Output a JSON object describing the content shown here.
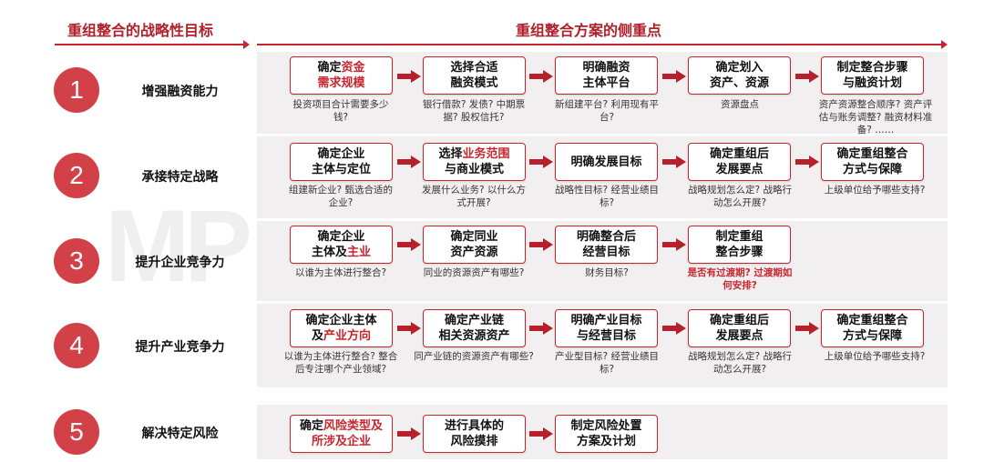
{
  "header": {
    "left_title": "重组整合的战略性目标",
    "right_title": "重组整合方案的侧重点"
  },
  "watermark": {
    "text": "MP"
  },
  "rows": [
    {
      "number": "1",
      "goal": "增强融资能力",
      "steps": [
        {
          "pre": "确定",
          "hl": "资金",
          "line2": "需求规模",
          "line2_hl": true,
          "note": "投资项目合计需要多少钱?"
        },
        {
          "pre": "选择合适",
          "hl": "",
          "line2": "融资模式",
          "note": "银行借款? 发债? 中期票据? 股权信托?"
        },
        {
          "pre": "明确融资",
          "hl": "",
          "line2": "主体平台",
          "note": "新组建平台? 利用现有平台?"
        },
        {
          "pre": "确定划入",
          "hl": "",
          "line2": "资产、资源",
          "note": "资源盘点"
        },
        {
          "pre": "制定整合步骤",
          "hl": "",
          "line2": "与融资计划",
          "note": "资产资源整合顺序? 资产评估与账务调整? 融资材料准备? ……"
        }
      ]
    },
    {
      "number": "2",
      "goal": "承接特定战略",
      "steps": [
        {
          "pre": "确定企业",
          "hl": "",
          "line2": "主体与定位",
          "note": "组建新企业? 甄选合适的企业?"
        },
        {
          "pre": "选择",
          "hl": "业务范围",
          "line2": "与商业模式",
          "note": "发展什么业务? 以什么方式开展?"
        },
        {
          "pre": "明确发展目标",
          "hl": "",
          "line2": "",
          "note": "战略性目标? 经营业绩目标?"
        },
        {
          "pre": "确定重组后",
          "hl": "",
          "line2": "发展要点",
          "note": "战略规划怎么定? 战略行动怎么开展?"
        },
        {
          "pre": "确定重组整合",
          "hl": "",
          "line2": "方式与保障",
          "note": "上级单位给予哪些支持?"
        }
      ]
    },
    {
      "number": "3",
      "goal": "提升企业竞争力",
      "steps": [
        {
          "pre": "确定企业",
          "hl": "",
          "line2": "主体及",
          "line2_tail": "主业",
          "note": "以谁为主体进行整合?"
        },
        {
          "pre": "确定同业",
          "hl": "",
          "line2": "资产资源",
          "note": "同业的资源资产有哪些?"
        },
        {
          "pre": "明确整合后",
          "hl": "",
          "line2": "经营目标",
          "note": "财务目标?"
        },
        {
          "pre": "制定重组",
          "hl": "",
          "line2": "整合步骤",
          "note": "是否有过渡期? 过渡期如何安排?"
        }
      ]
    },
    {
      "number": "4",
      "goal": "提升产业竞争力",
      "steps": [
        {
          "pre": "确定企业主体",
          "hl": "",
          "line2": "及",
          "line2_tail": "产业方向",
          "note": "以谁为主体进行整合? 整合后专注哪个产业领域?"
        },
        {
          "pre": "确定产业链",
          "hl": "",
          "line2": "相关资源资产",
          "note": "同产业链的资源资产有哪些?"
        },
        {
          "pre": "明确产业目标",
          "hl": "",
          "line2": "与经营目标",
          "note": "产业型目标? 经营业绩目标?"
        },
        {
          "pre": "确定重组后",
          "hl": "",
          "line2": "发展要点",
          "note": "战略规划怎么定? 战略行动怎么开展?"
        },
        {
          "pre": "确定重组整合",
          "hl": "",
          "line2": "方式与保障",
          "note": "上级单位给予哪些支持?"
        }
      ]
    },
    {
      "number": "5",
      "goal": "解决特定风险",
      "steps": [
        {
          "pre": "确定",
          "hl": "风险类型及",
          "line2": "所涉及企业",
          "line2_hl": true,
          "note": ""
        },
        {
          "pre": "进行具体的",
          "hl": "",
          "line2": "风险摸排",
          "note": ""
        },
        {
          "pre": "制定风险处置",
          "hl": "",
          "line2": "方案及计划",
          "note": ""
        }
      ]
    }
  ],
  "colors": {
    "accent": "#c8262f",
    "circle": "#d24147",
    "band": "#f1efef"
  }
}
